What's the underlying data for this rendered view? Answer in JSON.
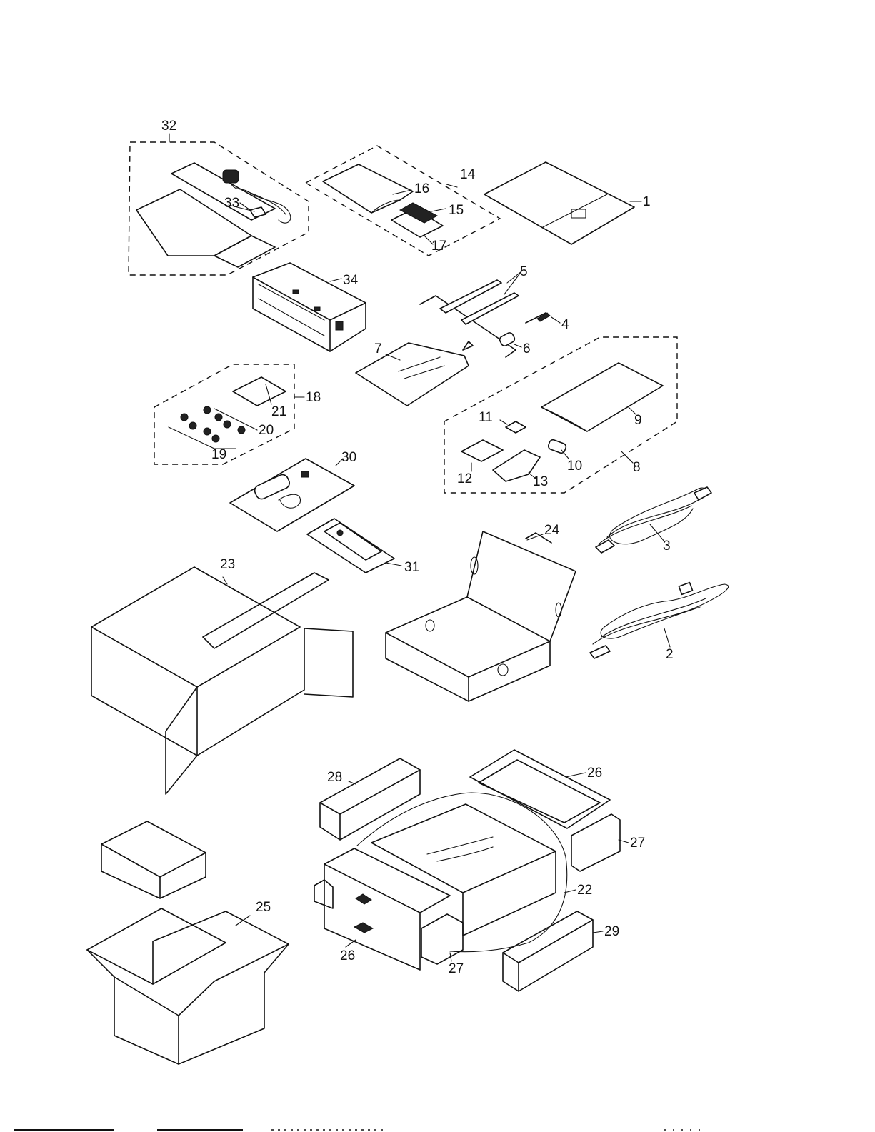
{
  "diagram": {
    "callouts": {
      "c1": "1",
      "c2": "2",
      "c3": "3",
      "c4": "4",
      "c5": "5",
      "c6": "6",
      "c7": "7",
      "c8": "8",
      "c9": "9",
      "c10": "10",
      "c11": "11",
      "c12": "12",
      "c13": "13",
      "c14": "14",
      "c15": "15",
      "c16": "16",
      "c17": "17",
      "c18": "18",
      "c19": "19",
      "c20": "20",
      "c21": "21",
      "c22": "22",
      "c23": "23",
      "c24": "24",
      "c25": "25",
      "c26a": "26",
      "c26b": "26",
      "c27a": "27",
      "c27b": "27",
      "c28": "28",
      "c29": "29",
      "c30": "30",
      "c31": "31",
      "c32": "32",
      "c33": "33",
      "c34": "34"
    }
  }
}
